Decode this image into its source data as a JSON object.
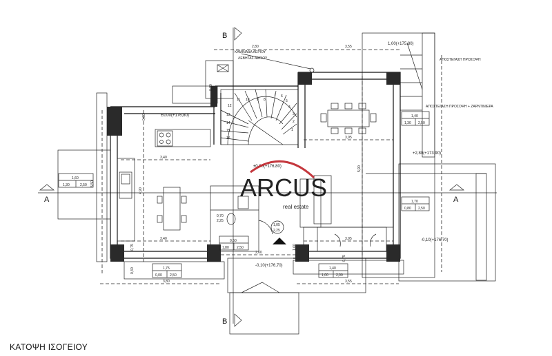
{
  "drawing": {
    "title": "ΚΑΤΟΨΗ ΙΣΟΓΕΙΟΥ",
    "section_b": "B",
    "section_a": "A",
    "watermark": {
      "brand": "ARCUS",
      "sub": "real estate",
      "accent": "#c0272d"
    },
    "notes": {
      "chimney": "ΚΑΜΙΝΑΔΑ ΑΕΡΙΟΥ",
      "boiler": "ΛΕΒΗΤΑΣ ΑΕΡΙΟΥ",
      "roof1": "ΑΠΟΣΤΕΓΑΣΗ ΠΡΟΣΟΨΗ",
      "roof2": "ΑΠΟΣΤΕΓΑΣΗ ΠΡΟΣΟΨΗ + ΖΑΡΝΤΙΝΙΕΡΑ"
    },
    "levels": {
      "kitchen": "±0,00(+176,80)",
      "living": "±0,00(+176,80)",
      "top_right": "1,00(+175,80)",
      "side": "+2,80(+173,90)",
      "entrance": "-0,10(+176,70)",
      "terrace": "-0,10(+176,70)"
    },
    "dimensions": {
      "top_left": "2,80",
      "top_right": "3,55",
      "kitchen_top": "3,40",
      "kitchen_bottom": "3,40",
      "bottom_left": "3,80",
      "bottom_right": "3,55",
      "entrance": "2,60",
      "living": "3,95",
      "dining": "3,95",
      "left_height": "4,90",
      "left_outer": "5,50",
      "right_height": "5,90",
      "small1": "0,60",
      "small2": "0,75",
      "small3": "0,40",
      "small4": "1,60",
      "small5": "0,75",
      "small6": "0,30"
    },
    "openings": [
      {
        "w": "1,60",
        "sill": "1,30",
        "h": "2,50"
      },
      {
        "w": "1,40",
        "sill": "1,30",
        "h": "2,50"
      },
      {
        "w": "1,70",
        "sill": "0,80",
        "h": "2,50"
      },
      {
        "w": "0,50",
        "sill": "1,80",
        "h": "2,50"
      },
      {
        "w": "1,75",
        "sill": "0,00",
        "h": "2,50"
      },
      {
        "w": "1,40",
        "sill": "1,00",
        "h": "2,00"
      },
      {
        "w": "0,70",
        "sill": "2,25",
        "h": ""
      },
      {
        "w": "1,05",
        "sill": "2,25",
        "h": ""
      }
    ],
    "stair_steps": [
      "1",
      "2",
      "3",
      "4",
      "5",
      "6",
      "7",
      "8",
      "9",
      "10",
      "11",
      "12",
      "13",
      "14",
      "15",
      "16"
    ]
  }
}
